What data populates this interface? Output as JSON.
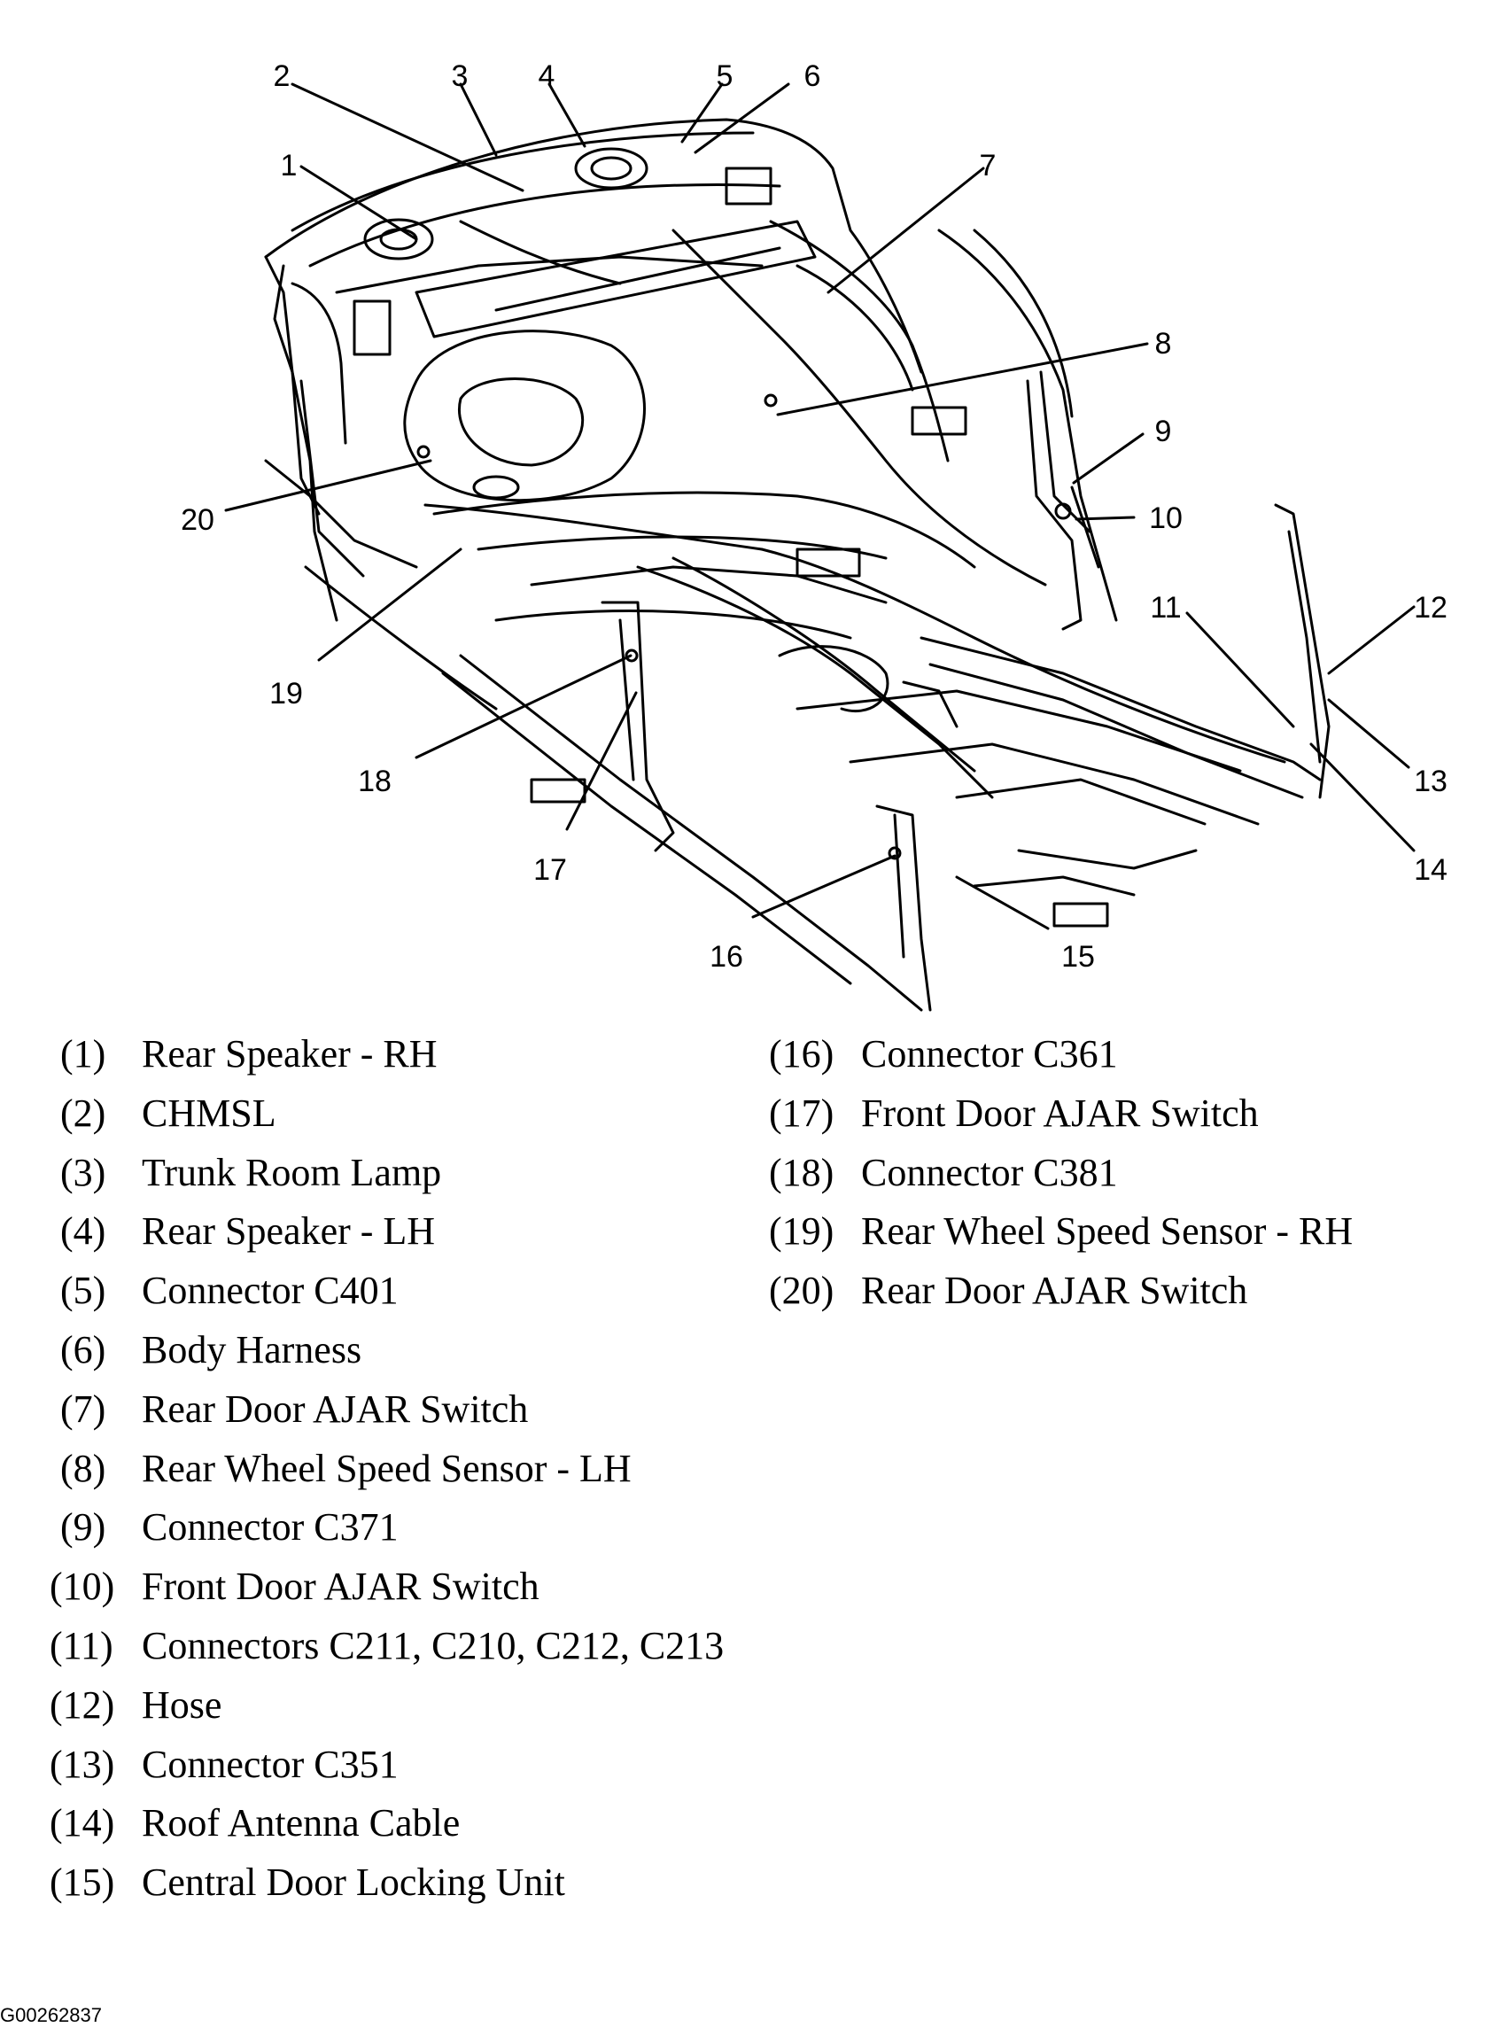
{
  "callouts": [
    {
      "n": "1"
    },
    {
      "n": "2"
    },
    {
      "n": "3"
    },
    {
      "n": "4"
    },
    {
      "n": "5"
    },
    {
      "n": "6"
    },
    {
      "n": "7"
    },
    {
      "n": "8"
    },
    {
      "n": "9"
    },
    {
      "n": "10"
    },
    {
      "n": "11"
    },
    {
      "n": "12"
    },
    {
      "n": "13"
    },
    {
      "n": "14"
    },
    {
      "n": "15"
    },
    {
      "n": "16"
    },
    {
      "n": "17"
    },
    {
      "n": "18"
    },
    {
      "n": "19"
    },
    {
      "n": "20"
    }
  ],
  "legend": {
    "left": [
      {
        "num": "(1)",
        "text": "Rear Speaker - RH"
      },
      {
        "num": "(2)",
        "text": "CHMSL"
      },
      {
        "num": "(3)",
        "text": "Trunk Room Lamp"
      },
      {
        "num": "(4)",
        "text": "Rear Speaker - LH"
      },
      {
        "num": "(5)",
        "text": "Connector C401"
      },
      {
        "num": "(6)",
        "text": "Body Harness"
      },
      {
        "num": "(7)",
        "text": "Rear Door AJAR Switch"
      },
      {
        "num": "(8)",
        "text": "Rear Wheel Speed Sensor - LH"
      },
      {
        "num": "(9)",
        "text": "Connector C371"
      },
      {
        "num": "(10)",
        "text": "Front Door AJAR Switch"
      },
      {
        "num": "(11)",
        "text": "Connectors C211, C210, C212, C213"
      },
      {
        "num": "(12)",
        "text": "Hose"
      },
      {
        "num": "(13)",
        "text": "Connector C351"
      },
      {
        "num": "(14)",
        "text": "Roof Antenna Cable"
      },
      {
        "num": "(15)",
        "text": "Central Door Locking Unit"
      }
    ],
    "right": [
      {
        "num": "(16)",
        "text": "Connector C361"
      },
      {
        "num": "(17)",
        "text": "Front Door AJAR Switch"
      },
      {
        "num": "(18)",
        "text": "Connector C381"
      },
      {
        "num": "(19)",
        "text": "Rear Wheel Speed Sensor - RH"
      },
      {
        "num": "(20)",
        "text": "Rear Door AJAR Switch"
      }
    ]
  },
  "figure_id": "G00262837"
}
